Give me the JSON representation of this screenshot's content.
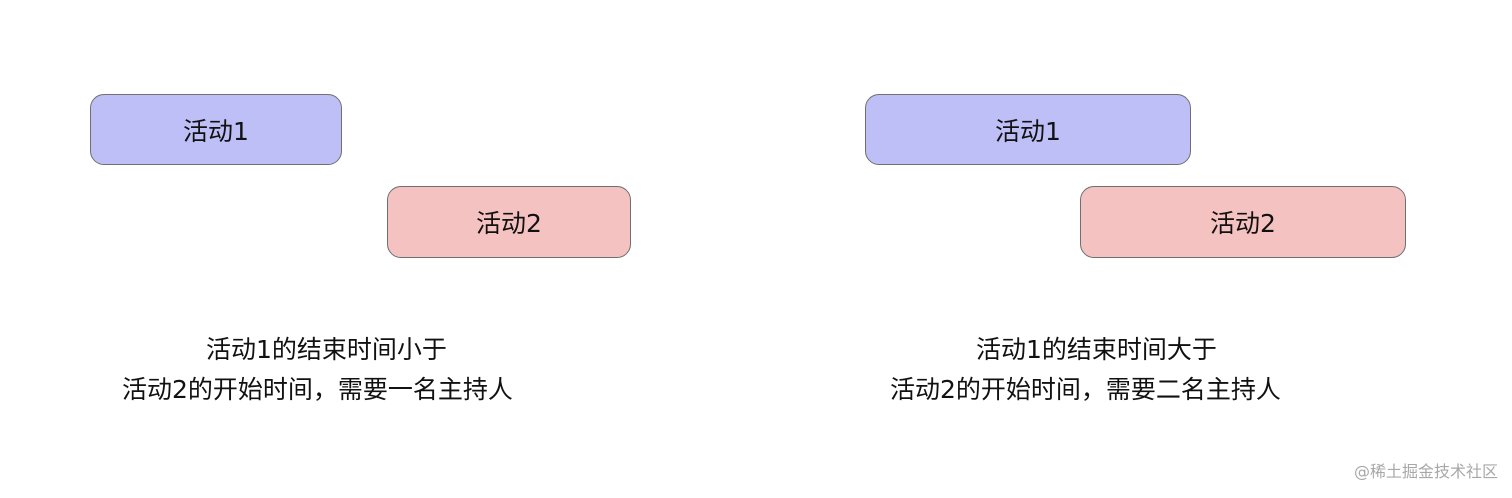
{
  "left": {
    "activity1": "活动1",
    "activity2": "活动2",
    "caption_line1": "活动1的结束时间小于",
    "caption_line2": "活动2的开始时间，需要一名主持人"
  },
  "right": {
    "activity1": "活动1",
    "activity2": "活动2",
    "caption_line1": "活动1的结束时间大于",
    "caption_line2": "活动2的开始时间，需要二名主持人"
  },
  "watermark": "@稀土掘金技术社区",
  "colors": {
    "activity1_fill": "#bfbff7",
    "activity2_fill": "#f5c2c2",
    "border": "#6f6f6f"
  }
}
